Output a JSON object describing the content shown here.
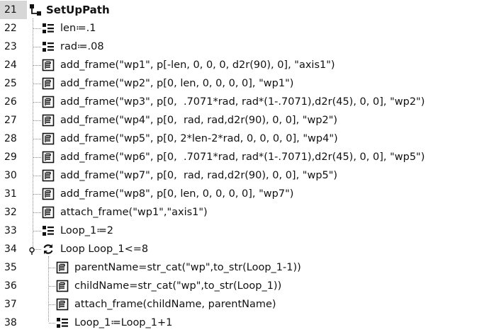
{
  "program": {
    "root": {
      "line": "21",
      "label": "SetUpPath"
    },
    "rows": [
      {
        "line": "22",
        "icon": "assignment-icon",
        "label": "len≔.1",
        "depth": 1
      },
      {
        "line": "23",
        "icon": "assignment-icon",
        "label": "rad≔.08",
        "depth": 1
      },
      {
        "line": "24",
        "icon": "script-icon",
        "label": "add_frame(\"wp1\", p[-len, 0, 0, 0, d2r(90), 0], \"axis1\")",
        "depth": 1
      },
      {
        "line": "25",
        "icon": "script-icon",
        "label": "add_frame(\"wp2\", p[0, len, 0, 0, 0, 0], \"wp1\")",
        "depth": 1
      },
      {
        "line": "26",
        "icon": "script-icon",
        "label": "add_frame(\"wp3\", p[0,  .7071*rad, rad*(1-.7071),d2r(45), 0, 0], \"wp2\")",
        "depth": 1
      },
      {
        "line": "27",
        "icon": "script-icon",
        "label": "add_frame(\"wp4\", p[0,  rad, rad,d2r(90), 0, 0], \"wp2\")",
        "depth": 1
      },
      {
        "line": "28",
        "icon": "script-icon",
        "label": "add_frame(\"wp5\", p[0, 2*len-2*rad, 0, 0, 0, 0], \"wp4\")",
        "depth": 1
      },
      {
        "line": "29",
        "icon": "script-icon",
        "label": "add_frame(\"wp6\", p[0,  .7071*rad, rad*(1-.7071),d2r(45), 0, 0], \"wp5\")",
        "depth": 1
      },
      {
        "line": "30",
        "icon": "script-icon",
        "label": "add_frame(\"wp7\", p[0,  rad, rad,d2r(90), 0, 0], \"wp5\")",
        "depth": 1
      },
      {
        "line": "31",
        "icon": "script-icon",
        "label": "add_frame(\"wp8\", p[0, len, 0, 0, 0, 0], \"wp7\")",
        "depth": 1
      },
      {
        "line": "32",
        "icon": "script-icon",
        "label": "attach_frame(\"wp1\",\"axis1\")",
        "depth": 1
      },
      {
        "line": "33",
        "icon": "assignment-icon",
        "label": "Loop_1≔2",
        "depth": 1
      },
      {
        "line": "34",
        "icon": "loop-icon",
        "label": "Loop Loop_1<=8",
        "depth": 1
      },
      {
        "line": "35",
        "icon": "script-icon",
        "label": "parentName=str_cat(\"wp\",to_str(Loop_1-1))",
        "depth": 2
      },
      {
        "line": "36",
        "icon": "script-icon",
        "label": "childName=str_cat(\"wp\",to_str(Loop_1))",
        "depth": 2
      },
      {
        "line": "37",
        "icon": "script-icon",
        "label": "attach_frame(childName, parentName)",
        "depth": 2
      },
      {
        "line": "38",
        "icon": "assignment-icon",
        "label": "Loop_1≔Loop_1+1",
        "depth": 2
      }
    ]
  }
}
